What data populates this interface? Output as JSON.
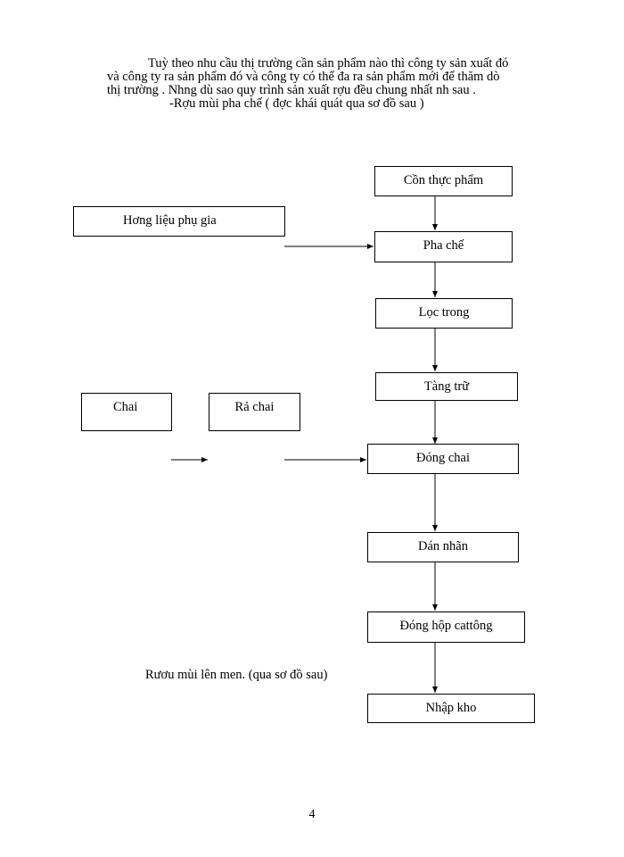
{
  "intro": {
    "line1": "Tuỳ theo nhu cầu thị trường   cần sản phẩm nào thì công ty sản xuất đó",
    "line2": "và công ty ra sản phẩm đó và công ty có thể đa   ra sản phẩm mới để thăm dò",
    "line3": "thị trường   . Nhng   dù sao quy trình sản xuất rợu    đều chung nhất nh    sau .",
    "line4": "-Rợu   mùi pha chế ( đợc   khái quát qua sơ đồ sau )"
  },
  "flow": {
    "con_thuc_pham": "Cồn thực phẩm",
    "huong_lieu": "Hơng   liệu phụ gia",
    "pha_che": "Pha chế",
    "loc_trong": "Lọc trong",
    "tang_tru": "Tàng trữ",
    "chai": "Chai",
    "ra_chai": "Rả   chai",
    "dong_chai": "Đóng chai",
    "dan_nhan": "Dán nhãn",
    "dong_hop": "Đóng hộp cattông",
    "nhap_kho": "Nhập kho"
  },
  "note": "Rươu mùi lên men. (qua sơ đồ sau)",
  "page_number": "4"
}
